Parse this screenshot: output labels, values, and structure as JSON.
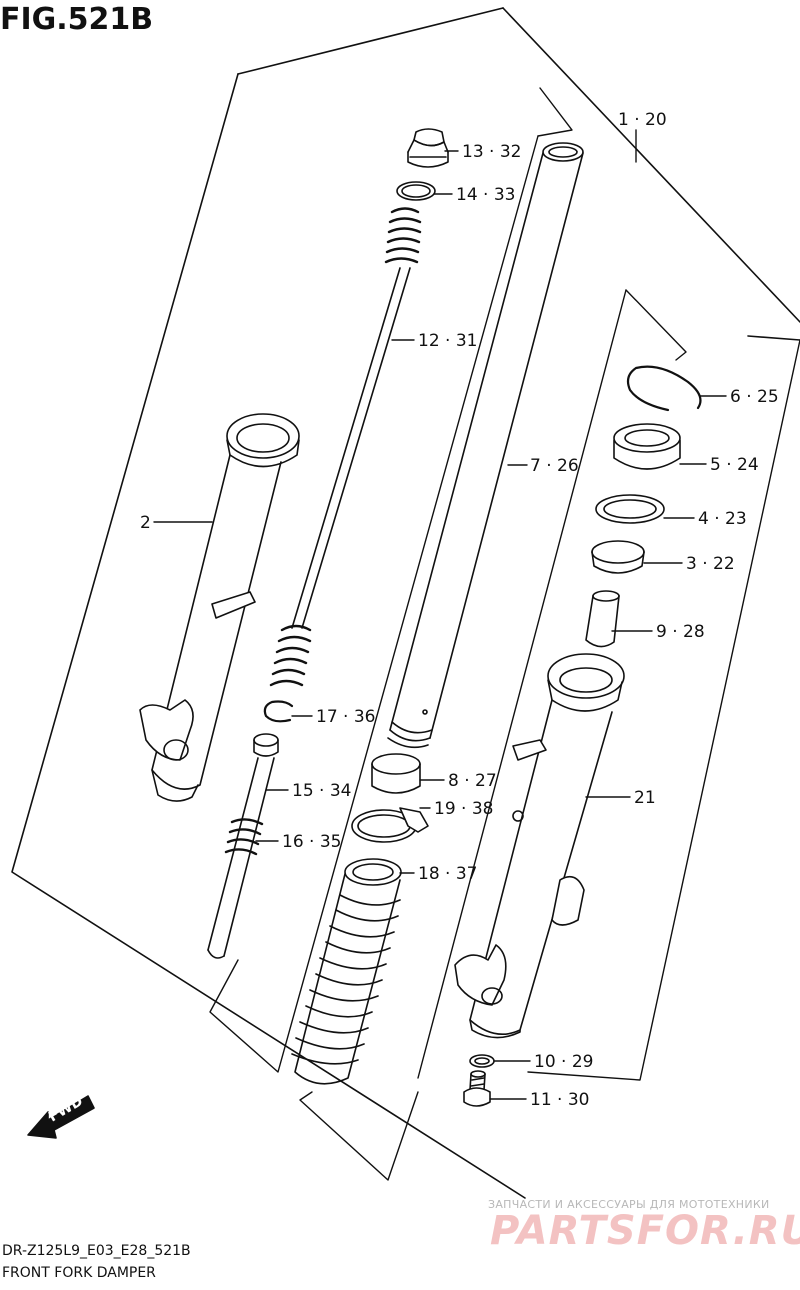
{
  "figure": {
    "title": "FIG.521B",
    "code": "DR-Z125L9_E03_E28_521B",
    "name": "FRONT FORK DAMPER"
  },
  "watermark": {
    "sub": "ЗАПЧАСТИ И АКСЕССУАРЫ ДЛЯ МОТОТЕХНИКИ",
    "brand": "PARTSFOR.RU"
  },
  "fwd_label": "FWD",
  "parts": [
    {
      "id": "p1",
      "label": "1 · 20"
    },
    {
      "id": "p13",
      "label": "13 · 32"
    },
    {
      "id": "p14",
      "label": "14 · 33"
    },
    {
      "id": "p12",
      "label": "12 · 31"
    },
    {
      "id": "p6",
      "label": "6 · 25"
    },
    {
      "id": "p7",
      "label": "7 · 26"
    },
    {
      "id": "p5",
      "label": "5 · 24"
    },
    {
      "id": "p2",
      "label": "2"
    },
    {
      "id": "p4",
      "label": "4 · 23"
    },
    {
      "id": "p3",
      "label": "3 · 22"
    },
    {
      "id": "p9",
      "label": "9 · 28"
    },
    {
      "id": "p17",
      "label": "17 · 36"
    },
    {
      "id": "p8",
      "label": "8 · 27"
    },
    {
      "id": "p15",
      "label": "15 · 34"
    },
    {
      "id": "p21",
      "label": "21"
    },
    {
      "id": "p19",
      "label": "19 · 38"
    },
    {
      "id": "p16",
      "label": "16 · 35"
    },
    {
      "id": "p18",
      "label": "18 · 37"
    },
    {
      "id": "p10",
      "label": "10 · 29"
    },
    {
      "id": "p11",
      "label": "11 · 30"
    }
  ]
}
